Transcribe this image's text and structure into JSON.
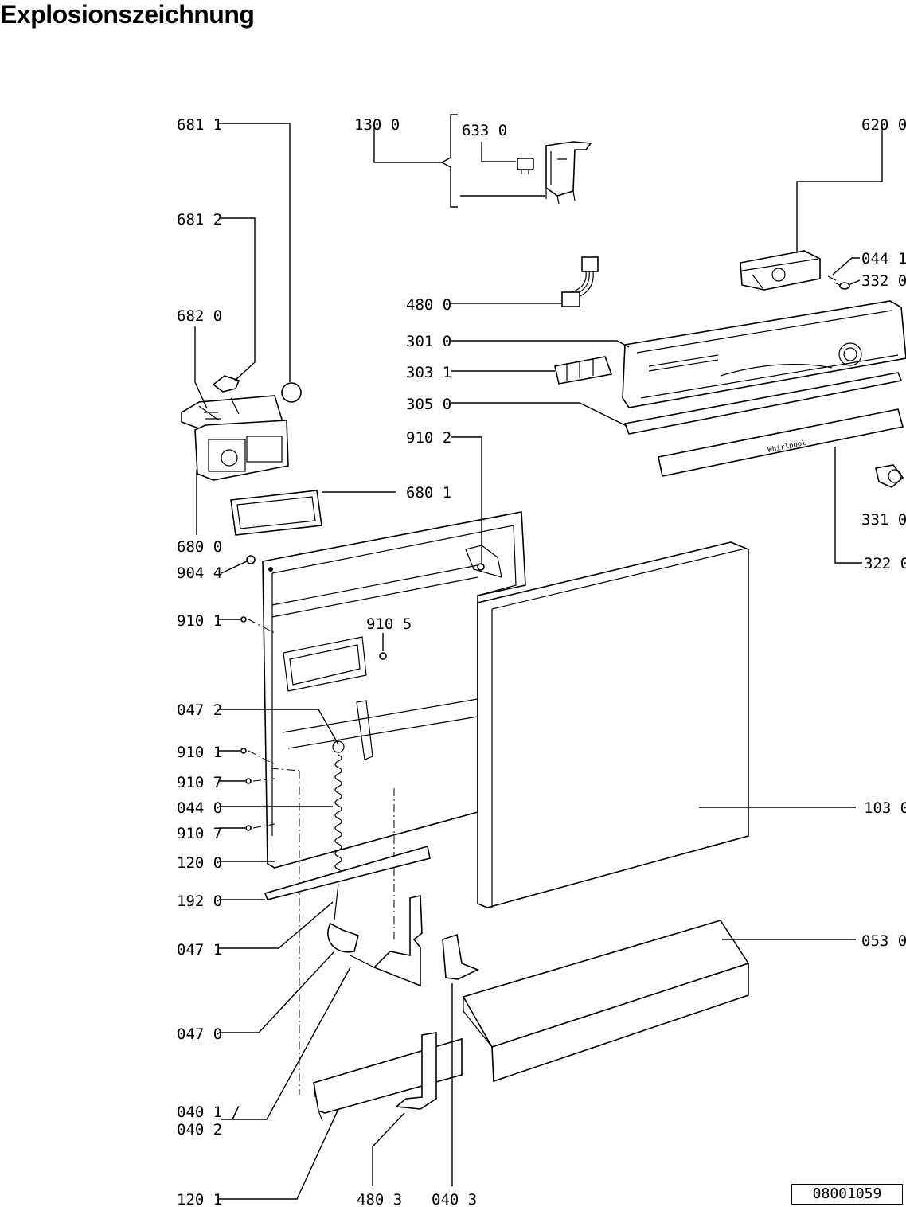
{
  "title": "Explosionszeichnung",
  "doc_number": "08001059",
  "brand_label": "Whirlpool",
  "labels": {
    "l6811": "681 1",
    "l1300": "130 0",
    "l6330": "633 0",
    "l6200": "620 0",
    "l6812": "681 2",
    "l0441": "044 1",
    "l3320": "332 0",
    "l4800": "480 0",
    "l6820": "682 0",
    "l3010": "301 0",
    "l3031": "303 1",
    "l3050": "305 0",
    "l9102": "910 2",
    "l6801": "680 1",
    "l3310": "331 0",
    "l6800": "680 0",
    "l9044": "904 4",
    "l3220": "322 0",
    "l9101a": "910 1",
    "l9105": "910 5",
    "l0472": "047 2",
    "l9101b": "910 1",
    "l9107a": "910 7",
    "l0440": "044 0",
    "l1030": "103 0",
    "l9107b": "910 7",
    "l1200": "120 0",
    "l1920": "192 0",
    "l0471": "047 1",
    "l0530": "053 0",
    "l0470": "047 0",
    "l0401": "040 1 /",
    "l0402": "040 2",
    "l1201": "120 1",
    "l4803": "480 3",
    "l0403": "040 3"
  }
}
